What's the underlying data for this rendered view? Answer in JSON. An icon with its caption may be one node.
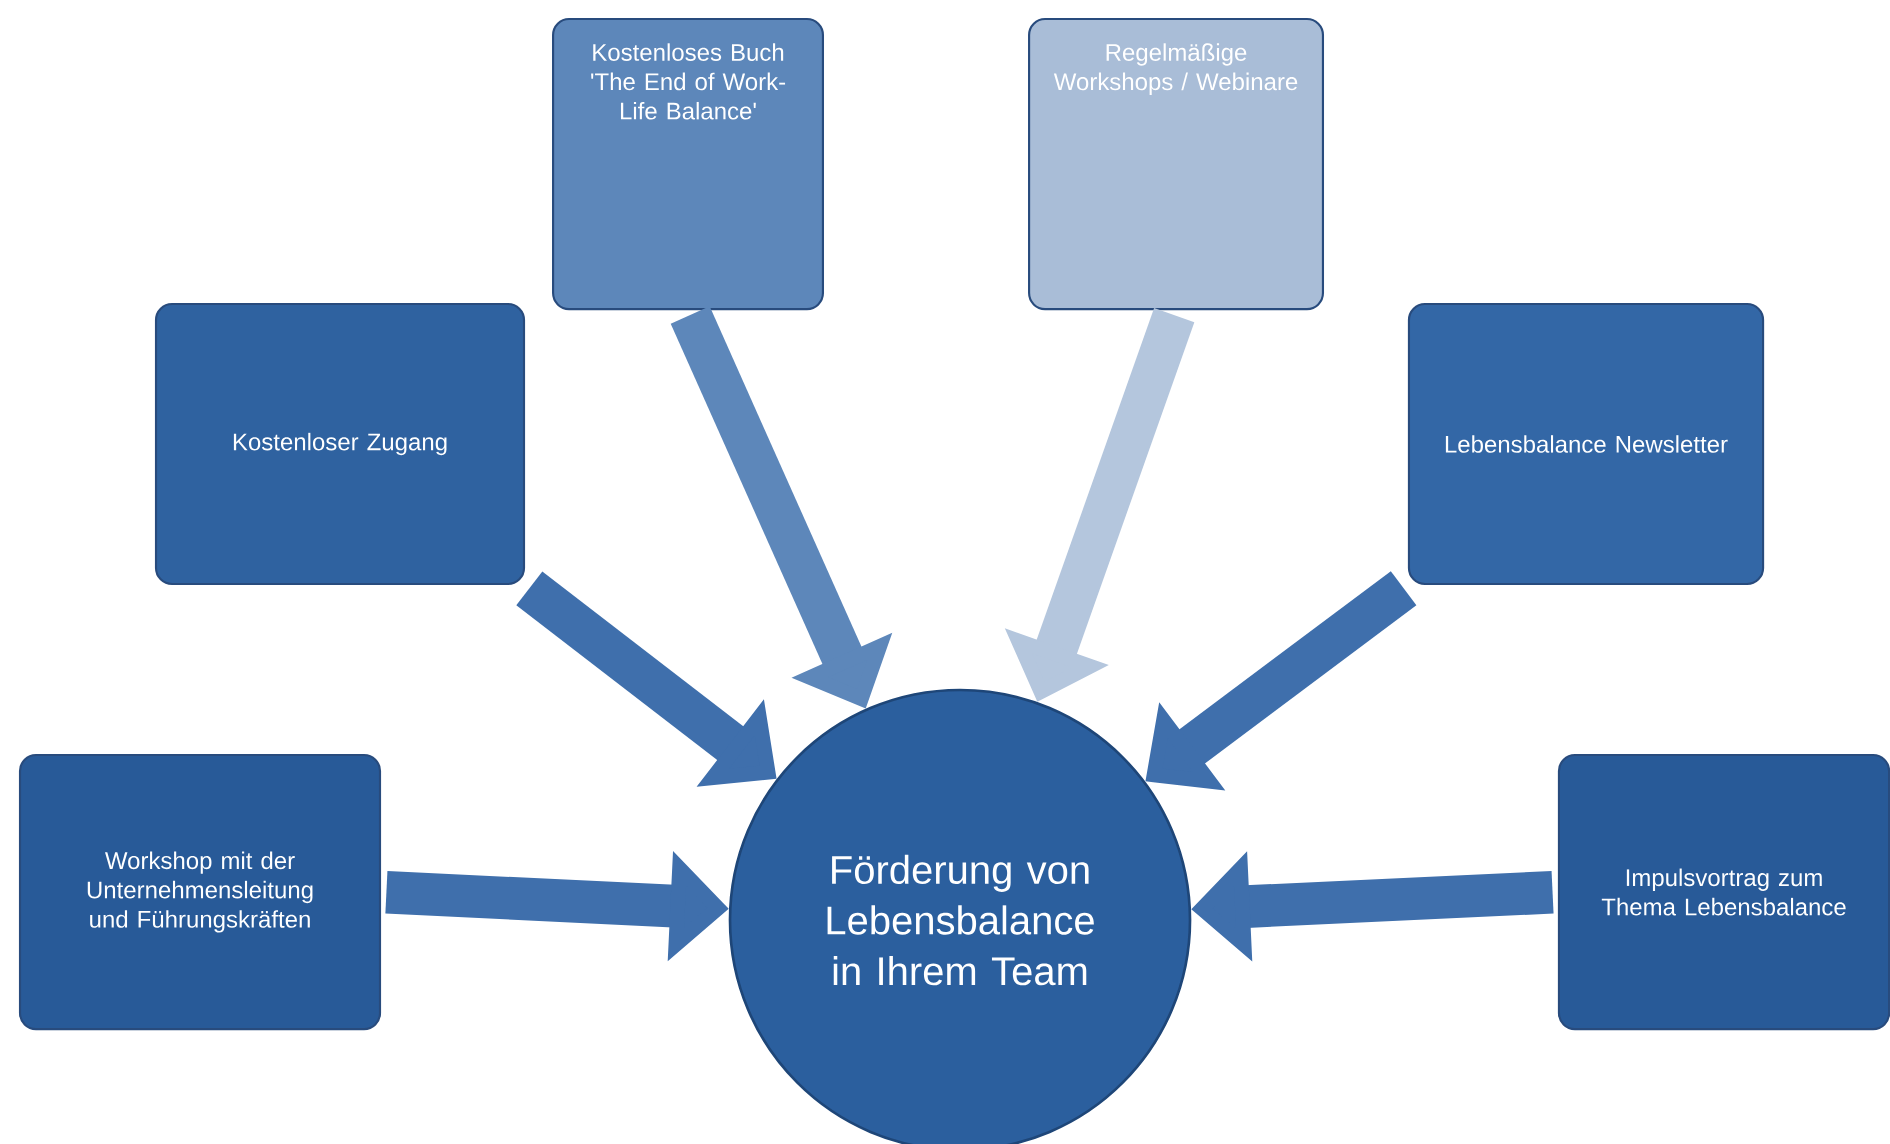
{
  "diagram": {
    "nodes": [
      {
        "text": [
          "Kostenloses Buch 'The End of Work-Life Balance'"
        ]
      },
      {
        "text": [
          "Regelmäßige Workshops / Webinare"
        ]
      },
      {
        "text": [
          "Kostenloser Zugang"
        ]
      },
      {
        "text": [
          "Lebensbalance Newsletter"
        ]
      },
      {
        "text": [
          "Workshop mit der Unternehmensleitung und Führungskräften"
        ]
      },
      {
        "text": [
          "Förderung von Lebensbalance in Ihrem Team"
        ]
      },
      {
        "text": [
          "Impulsvortrag zum Thema Lebensbalance"
        ]
      }
    ],
    "edges": [
      {
        "from": 0,
        "to": 5,
        "arrow": "to",
        "color": "#5d87ba"
      },
      {
        "from": 1,
        "to": 5,
        "arrow": "to",
        "color": "#b4c6dd"
      },
      {
        "from": 2,
        "to": 5,
        "arrow": "to"
      },
      {
        "from": 3,
        "to": 5,
        "arrow": "to"
      },
      {
        "from": 4,
        "to": 5,
        "arrow": "to"
      },
      {
        "from": 6,
        "to": 5,
        "arrow": "to"
      }
    ]
  }
}
